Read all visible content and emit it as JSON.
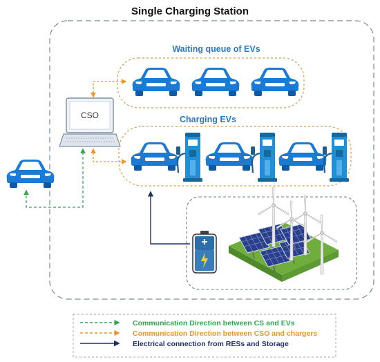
{
  "title": "Single Charging Station",
  "sections": {
    "waiting_queue": "Waiting queue of EVs",
    "charging": "Charging EVs"
  },
  "cso_label": "CSO",
  "legend": [
    {
      "text": "Communication Direction between CS and EVs",
      "color": "#2fa84f",
      "style": "dashed"
    },
    {
      "text": "Communication Direction between CSO and chargers",
      "color": "#e8962e",
      "style": "dashed"
    },
    {
      "text": "Electrical connection from RESs and Storage",
      "color": "#1f2f6e",
      "style": "solid"
    }
  ],
  "colors": {
    "car_blue": "#1b7bd4",
    "charger_blue": "#1f8fd8",
    "green": "#2fa84f",
    "orange": "#e8962e",
    "navy": "#1f2f6e",
    "section_blue": "#2b79c2"
  },
  "icons": [
    "car-icon",
    "charger-icon",
    "computer-icon",
    "battery-icon",
    "solar-panel-icon",
    "wind-turbine-icon"
  ]
}
